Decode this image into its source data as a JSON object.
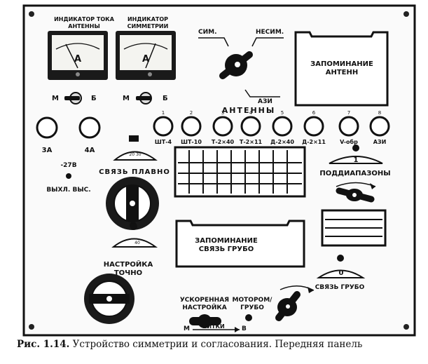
{
  "meters": {
    "current_title": [
      "ИНДИКАТОР ТОКА",
      "АНТЕННЫ"
    ],
    "symmetry_title": [
      "ИНДИКАТОР",
      "СИММЕТРИИ"
    ],
    "unit": "A"
  },
  "toggles": {
    "left": "М",
    "right": "Б"
  },
  "mode_switch": {
    "sim": "СИМ.",
    "nesim": "НЕСИМ.",
    "azi": "АЗИ"
  },
  "antenna_memory": [
    "ЗАПОМИНАНИЕ",
    "АНТЕНН"
  ],
  "antennas": {
    "title": "АНТЕННЫ",
    "numbers": [
      "1",
      "2",
      "3",
      "4",
      "5",
      "6",
      "7",
      "8"
    ],
    "labels": [
      "ШТ-4",
      "ШТ-10",
      "Т-2×40",
      "Т-2×11",
      "Д-2×40",
      "Д-2×11",
      "V-обр",
      "АЗИ"
    ]
  },
  "fuses": {
    "f1": "3А",
    "f2": "4А"
  },
  "output": {
    "voltage": "-27В",
    "label": "ВЫХЛ. ВЫС."
  },
  "smooth_coupling": {
    "label": "СВЯЗЬ ПЛАВНО",
    "scale": "20  30"
  },
  "subranges": {
    "number": "1",
    "label": "ПОДДИАПАЗОНЫ"
  },
  "coupling_memory": [
    "ЗАПОМИНАНИЕ",
    "СВЯЗЬ   ГРУБО"
  ],
  "fine_tuning": {
    "label": [
      "НАСТРОЙКА",
      "ТОЧНО"
    ],
    "scale": "40"
  },
  "coarse_coupling": {
    "digit": "0",
    "label": "СВЯЗЬ ГРУБО"
  },
  "fast_tuning": {
    "label": [
      "УСКОРЕННАЯ",
      "НАСТРОЙКА"
    ],
    "left": "М",
    "mid": "ВИТКИ",
    "right": "В"
  },
  "motor": {
    "label": [
      "МОТОРОМ/",
      "ГРУБО"
    ]
  },
  "caption": {
    "prefix": "Рис. 1.14.",
    "text": "Устройство симметрии и согласования. Передняя панель"
  }
}
